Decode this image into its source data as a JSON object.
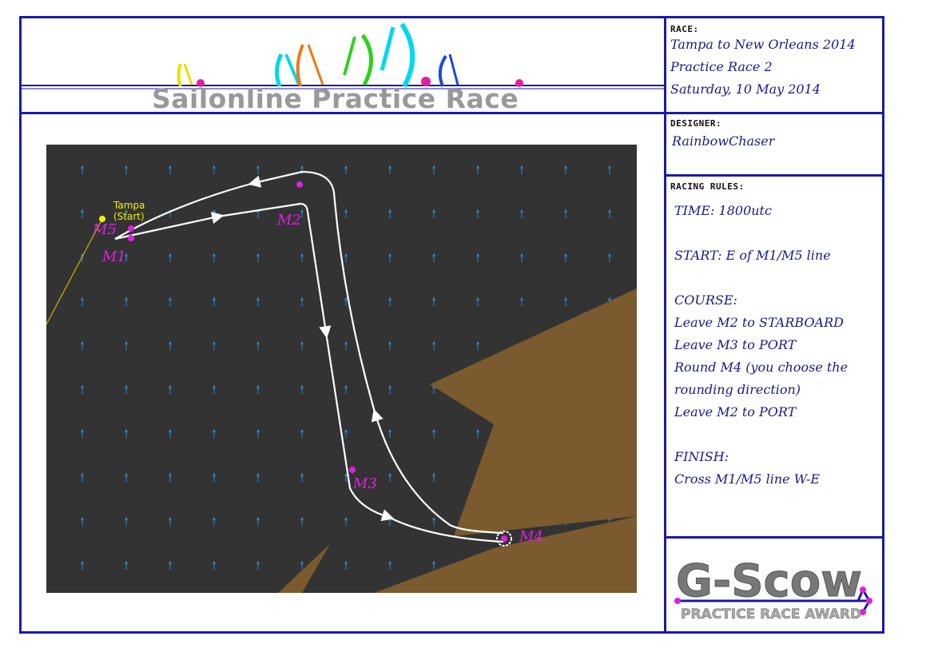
{
  "header": {
    "title": "Sailonline Practice Race"
  },
  "race": {
    "label": "RACE:",
    "name": "Tampa to New Orleans 2014",
    "subtitle": "Practice Race 2",
    "date": "Saturday, 10 May 2014"
  },
  "designer": {
    "label": "DESIGNER:",
    "name": "RainbowChaser"
  },
  "rules": {
    "label": "RACING RULES:",
    "lines": [
      "TIME: 1800utc",
      "",
      "START: E of M1/M5 line",
      "",
      "COURSE:",
      "Leave M2 to STARBOARD",
      "Leave M3 to PORT",
      "Round M4 (you choose the",
      "rounding direction)",
      "Leave M2 to PORT",
      "",
      "FINISH:",
      "Cross M1/M5 line W-E"
    ]
  },
  "map": {
    "start_label_1": "Tampa",
    "start_label_2": "(Start)",
    "marks": [
      "M5",
      "M1",
      "M2",
      "M3",
      "M4"
    ]
  },
  "award": {
    "logo_text": "G-Scow",
    "subtitle": "PRACTICE RACE AWARD"
  },
  "colors": {
    "border": "#1a1aaa",
    "sea": "#333333",
    "land": "#7a5a2e",
    "mark": "#e020e0",
    "wind_arrow": "#2a8ad8",
    "route": "#ffffff"
  }
}
